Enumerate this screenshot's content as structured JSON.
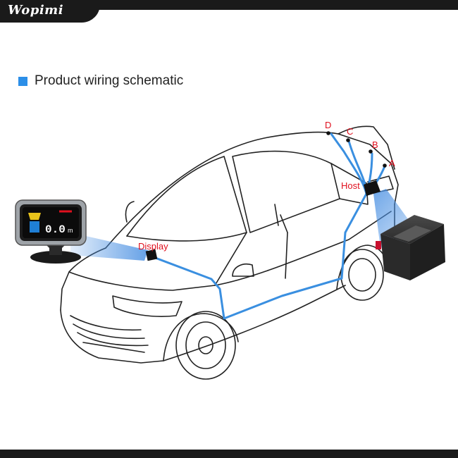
{
  "brand": "Wopimi",
  "heading": "Product wiring schematic",
  "labels": {
    "display": "Display",
    "host": "Host",
    "sensor_a": "A",
    "sensor_b": "B",
    "sensor_c": "C",
    "sensor_d": "D"
  },
  "display_unit": {
    "reading": "0.0",
    "unit": "m"
  },
  "colors": {
    "accent": "#2c8fe8",
    "label": "#e0101e",
    "wire": "#3a8fe0"
  }
}
